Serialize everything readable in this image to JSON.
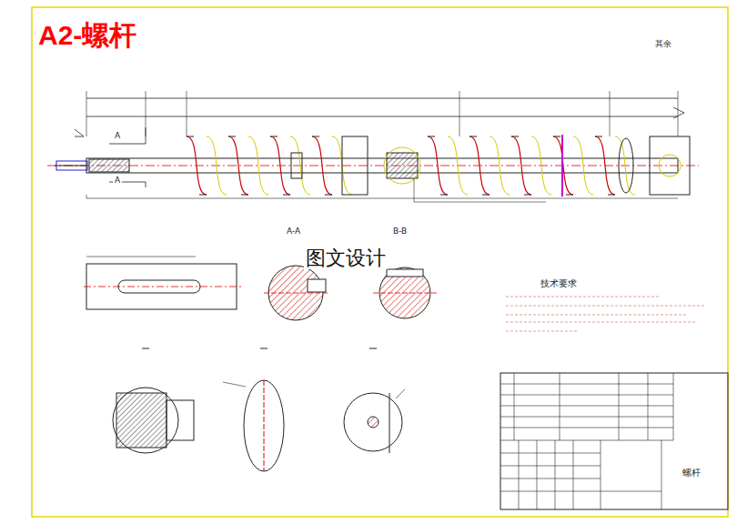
{
  "diagram": {
    "title": "A2-螺杆",
    "labels": [
      "其余",
      "A",
      "A",
      "A-A",
      "B-B",
      "图文设计",
      "技术要求",
      "螺杆"
    ]
  }
}
